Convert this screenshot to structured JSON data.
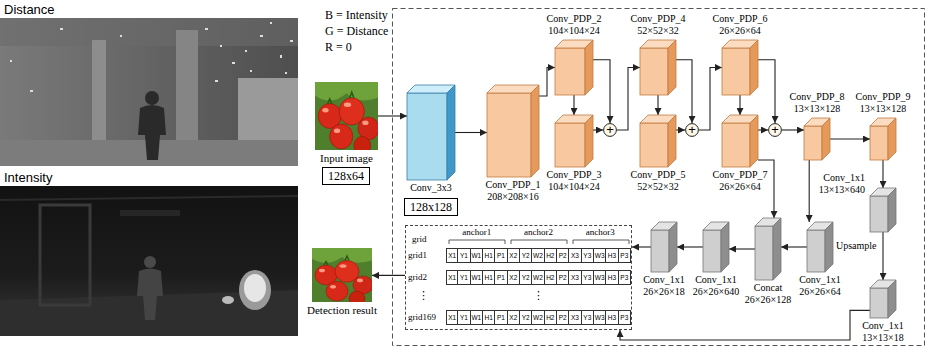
{
  "diagram": {
    "nodes": [
      {
        "text": [
          "Input image"
        ]
      },
      {
        "text": [
          "128x64"
        ]
      },
      {
        "text": [
          "Conv_3x3"
        ]
      },
      {
        "text": [
          "128x128"
        ]
      },
      {
        "text": [
          "Conv_PDP_1",
          "208×208×16"
        ]
      },
      {
        "text": [
          "Conv_PDP_2",
          "104×104×24"
        ]
      },
      {
        "text": [
          "Conv_PDP_3",
          "104×104×24"
        ]
      },
      {
        "text": [
          "+"
        ]
      },
      {
        "text": [
          "Conv_PDP_4",
          "52×52×32"
        ]
      },
      {
        "text": [
          "Conv_PDP_5",
          "52×52×32"
        ]
      },
      {
        "text": [
          "+"
        ]
      },
      {
        "text": [
          "Conv_PDP_6",
          "26×26×64"
        ]
      },
      {
        "text": [
          "Conv_PDP_7",
          "26×26×64"
        ]
      },
      {
        "text": [
          "+"
        ]
      },
      {
        "text": [
          "Conv_PDP_8",
          "13×13×128"
        ]
      },
      {
        "text": [
          "Conv_PDP_9",
          "13×13×128"
        ]
      },
      {
        "text": [
          "Conv_1x1",
          "13×13×640"
        ]
      },
      {
        "text": [
          "Conv_1x1",
          "13×13×18"
        ]
      },
      {
        "text": [
          "Conv_1x1",
          "26×26×64"
        ]
      },
      {
        "text": [
          "Concat",
          "26×26×128"
        ]
      },
      {
        "text": [
          "Conv_1x1",
          "26×26×640"
        ]
      },
      {
        "text": [
          "Conv_1x1",
          "26×26×18"
        ]
      },
      {
        "text": [
          "grid",
          "anchor1",
          "anchor2",
          "anchor3",
          "grid1",
          "X1",
          "Y1",
          "W1",
          "H1",
          "P1",
          "X2",
          "Y2",
          "W2",
          "H2",
          "P2",
          "X3",
          "Y3",
          "W3",
          "H3",
          "P3",
          "grid2",
          "X1",
          "Y1",
          "W1",
          "H1",
          "P1",
          "X2",
          "Y2",
          "W2",
          "H2",
          "P2",
          "X3",
          "Y3",
          "W3",
          "H3",
          "P3",
          "⋮",
          "⋮",
          "grid169",
          "X1",
          "Y1",
          "W1",
          "H1",
          "P1",
          "X2",
          "Y2",
          "W2",
          "H2",
          "P2",
          "X3",
          "Y3",
          "W3",
          "H3",
          "P3"
        ]
      },
      {
        "text": [
          "Detection result"
        ]
      }
    ],
    "edges": [
      {
        "from": 0,
        "to": 2,
        "arrow": "to"
      },
      {
        "from": 2,
        "to": 4,
        "arrow": "to"
      },
      {
        "from": 4,
        "to": 5,
        "arrow": "to"
      },
      {
        "from": 5,
        "to": 6,
        "arrow": "to"
      },
      {
        "from": 5,
        "to": 7,
        "arrow": "to"
      },
      {
        "from": 6,
        "to": 7,
        "arrow": "to"
      },
      {
        "from": 7,
        "to": 8,
        "arrow": "to"
      },
      {
        "from": 8,
        "to": 9,
        "arrow": "to"
      },
      {
        "from": 8,
        "to": 10,
        "arrow": "to"
      },
      {
        "from": 9,
        "to": 10,
        "arrow": "to"
      },
      {
        "from": 10,
        "to": 11,
        "arrow": "to"
      },
      {
        "from": 11,
        "to": 12,
        "arrow": "to"
      },
      {
        "from": 11,
        "to": 13,
        "arrow": "to"
      },
      {
        "from": 12,
        "to": 13,
        "arrow": "to"
      },
      {
        "from": 12,
        "to": 19,
        "arrow": "to"
      },
      {
        "from": 13,
        "to": 14,
        "arrow": "to"
      },
      {
        "from": 14,
        "to": 15,
        "arrow": "to"
      },
      {
        "from": 15,
        "to": 16,
        "arrow": "to"
      },
      {
        "from": 16,
        "to": 17,
        "arrow": "to"
      },
      {
        "from": 14,
        "to": 18,
        "arrow": "to"
      },
      {
        "from": 18,
        "to": 19,
        "arrow": "to"
      },
      {
        "from": 19,
        "to": 20,
        "arrow": "to"
      },
      {
        "from": 20,
        "to": 21,
        "arrow": "to"
      },
      {
        "from": 21,
        "to": 22,
        "arrow": "to"
      },
      {
        "from": 17,
        "to": 22,
        "arrow": "to"
      },
      {
        "from": 22,
        "to": 23,
        "arrow": "to"
      }
    ],
    "labels": [
      "Distance",
      "Intensity",
      "B = Intensity",
      "G = Distance",
      "R = 0",
      "Upsample"
    ]
  }
}
